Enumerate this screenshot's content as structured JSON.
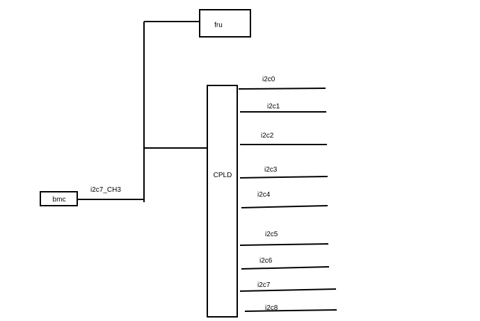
{
  "nodes": {
    "bmc": "bmc",
    "fru": "fru",
    "cpld": "CPLD"
  },
  "edges": {
    "bmc_link": "i2c7_CH3"
  },
  "channels": [
    "i2c0",
    "i2c1",
    "i2c2",
    "i2c3",
    "i2c4",
    "i2c5",
    "i2c6",
    "i2c7",
    "i2c8"
  ],
  "colors": {
    "stroke": "#000000",
    "background": "#ffffff"
  }
}
